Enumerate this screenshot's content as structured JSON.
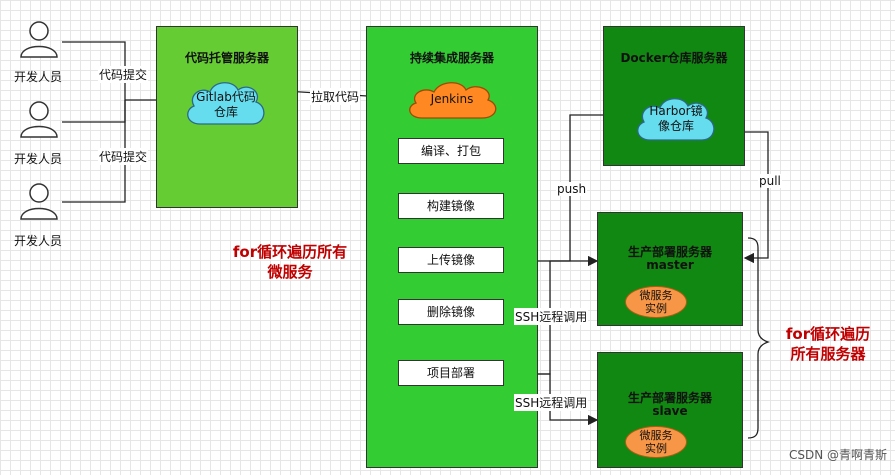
{
  "developers": [
    "开发人员",
    "开发人员",
    "开发人员"
  ],
  "edge_labels": {
    "commit_1": "代码提交",
    "commit_2": "代码提交",
    "pull_code": "拉取代码",
    "push": "push",
    "pull": "pull",
    "ssh_1": "SSH远程调用",
    "ssh_2": "SSH远程调用"
  },
  "code_server": {
    "title": "代码托管服务器",
    "repo_line1": "Gitlab代码",
    "repo_line2": "仓库"
  },
  "ci_server": {
    "title": "持续集成服务器",
    "jenkins": "Jenkins",
    "steps": [
      "编译、打包",
      "构建镜像",
      "上传镜像",
      "删除镜像",
      "项目部署"
    ]
  },
  "docker_server": {
    "title": "Docker仓库服务器",
    "harbor_line1": "Harbor镜",
    "harbor_line2": "像仓库"
  },
  "prod_master": {
    "title": "生产部署服务器",
    "subtitle": "master",
    "service_line1": "微服务",
    "service_line2": "实例"
  },
  "prod_slave": {
    "title": "生产部署服务器",
    "subtitle": "slave",
    "service_line1": "微服务",
    "service_line2": "实例"
  },
  "notes": {
    "loop_services_line1": "for循环遍历所有",
    "loop_services_line2": "微服务",
    "loop_servers_line1": "for循环遍历",
    "loop_servers_line2": "所有服务器"
  },
  "watermark": "CSDN @青啊青斯",
  "colors": {
    "code_box": "#66cc33",
    "ci_box": "#33cc33",
    "dark_box": "#118811",
    "cloud": "#66ddee",
    "jenkins": "#ff8822",
    "note": "#c00000"
  }
}
